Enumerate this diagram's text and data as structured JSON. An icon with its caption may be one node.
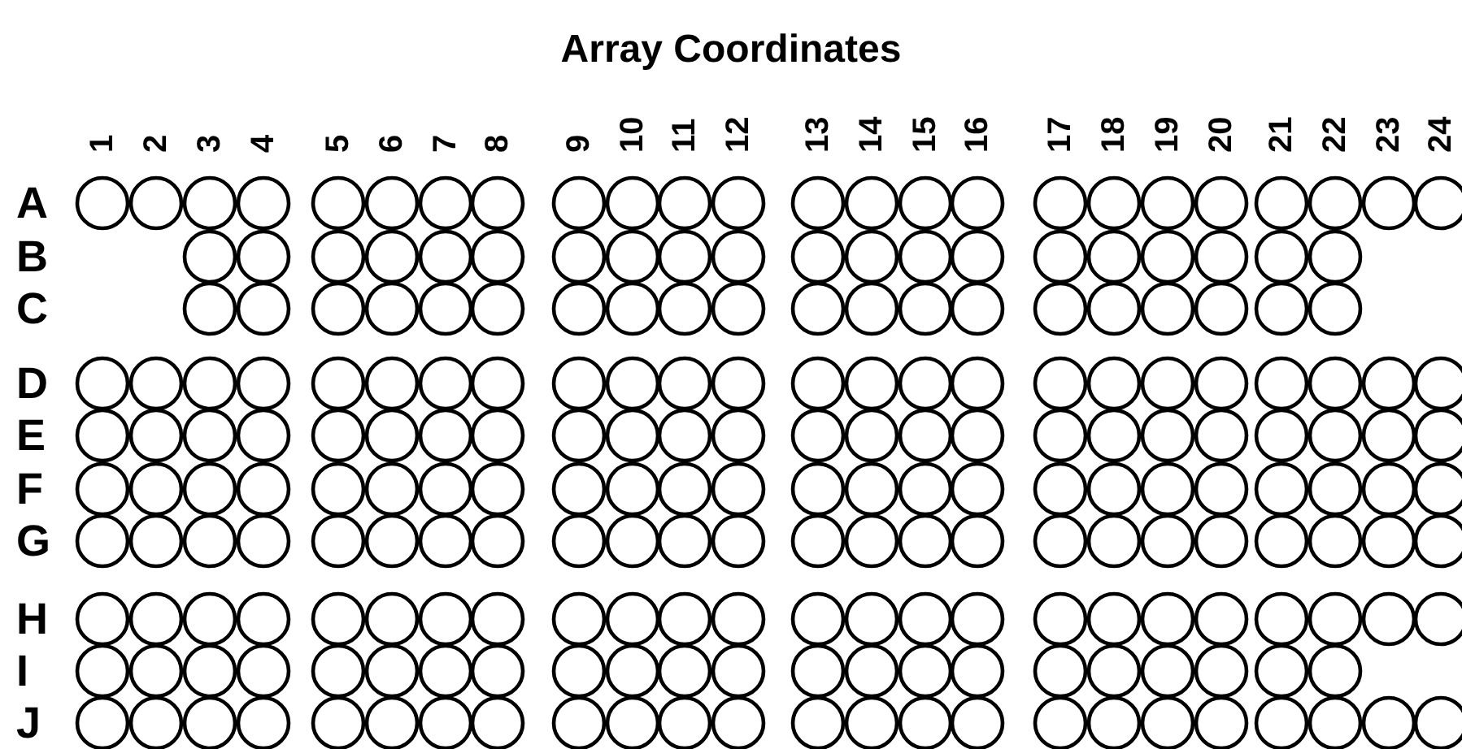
{
  "diagram": {
    "title": "Array Coordinates",
    "labels": [
      "1",
      "2",
      "3",
      "4",
      "5",
      "6",
      "7",
      "8",
      "9",
      "10",
      "11",
      "12",
      "13",
      "14",
      "15",
      "16",
      "17",
      "18",
      "19",
      "20",
      "21",
      "22",
      "23",
      "24",
      "A",
      "B",
      "C",
      "D",
      "E",
      "F",
      "G",
      "H",
      "I",
      "J"
    ]
  }
}
